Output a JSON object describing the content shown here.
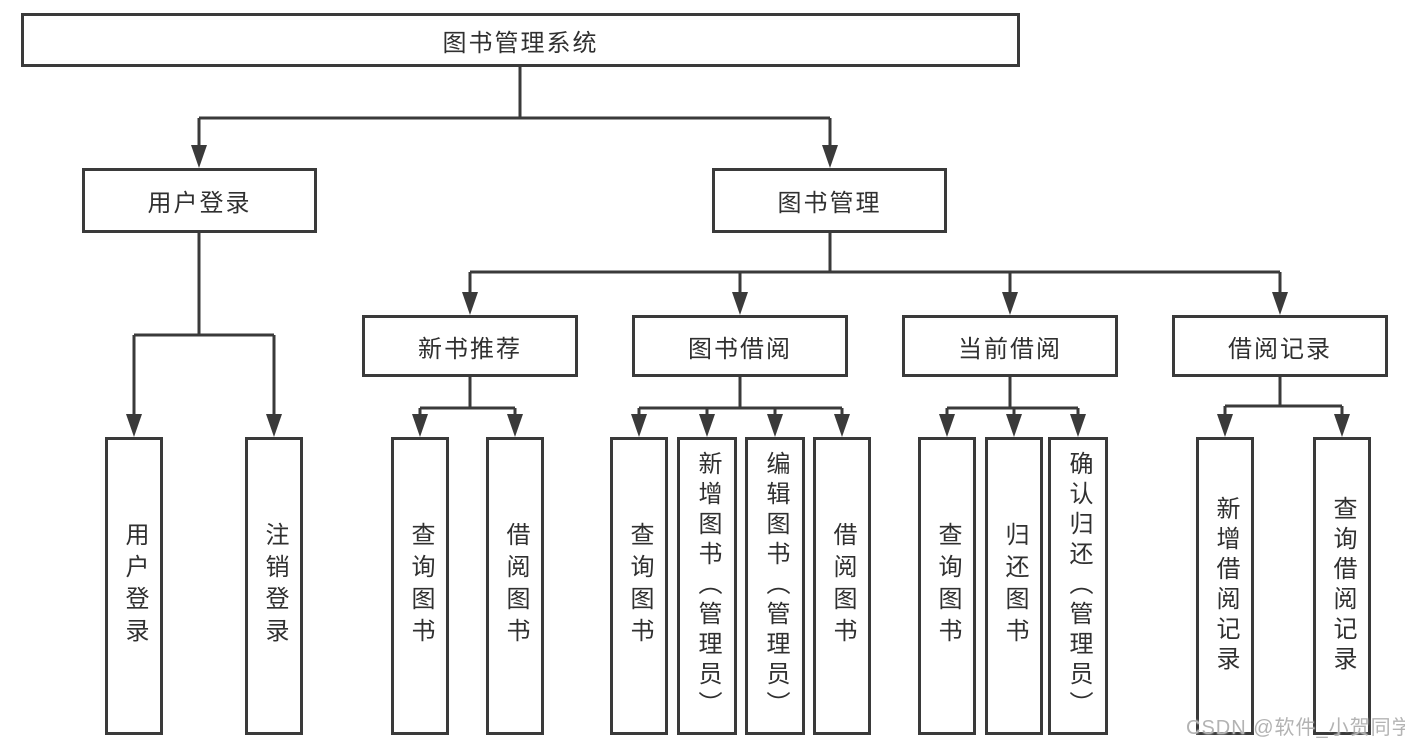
{
  "diagram": {
    "root": "图书管理系统",
    "level2": {
      "user_login": "用户登录",
      "book_mgmt": "图书管理"
    },
    "level3": {
      "new_books": "新书推荐",
      "borrow": "图书借阅",
      "current": "当前借阅",
      "records": "借阅记录"
    },
    "leaves": {
      "user_login": "用户登录",
      "logout": "注销登录",
      "nb_query": "查询图书",
      "nb_borrow": "借阅图书",
      "bb_query": "查询图书",
      "bb_add": "新增图书（管理员）",
      "bb_edit": "编辑图书（管理员）",
      "bb_borrow": "借阅图书",
      "cb_query": "查询图书",
      "cb_return": "归还图书",
      "cb_confirm": "确认归还（管理员）",
      "br_add": "新增借阅记录",
      "br_query": "查询借阅记录"
    }
  },
  "watermark": "CSDN @软件_小贺同学",
  "colors": {
    "line": "#3a3a3a",
    "text": "#303030",
    "box_fill": "#ffffff",
    "background": "#ffffff",
    "watermark": "#b3b3b3"
  }
}
